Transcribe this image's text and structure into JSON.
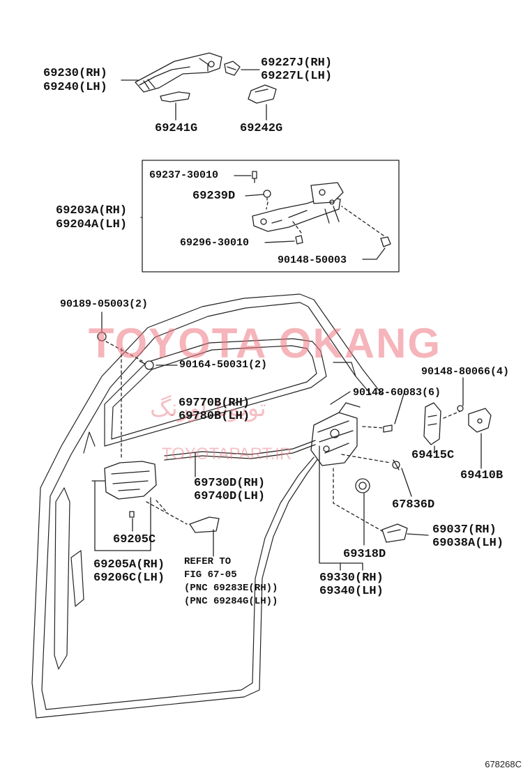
{
  "labels": {
    "p69230": "69230(RH)",
    "p69240": "69240(LH)",
    "p69227j": "69227J(RH)",
    "p69227l": "69227L(LH)",
    "p69241g": "69241G",
    "p69242g": "69242G",
    "p69237": "69237-30010",
    "p69239d": "69239D",
    "p69203a": "69203A(RH)",
    "p69204a": "69204A(LH)",
    "p69296": "69296-30010",
    "p90148_50003": "90148-50003",
    "p90189": "90189-05003(2)",
    "p90164": "90164-50031(2)",
    "p90148_80066": "90148-80066(4)",
    "p90148_60083": "90148-60083(6)",
    "p69770b": "69770B(RH)",
    "p69780b": "69780B(LH)",
    "p69415c": "69415C",
    "p69410b": "69410B",
    "p69730d": "69730D(RH)",
    "p69740d": "69740D(LH)",
    "p67836d": "67836D",
    "p69205c": "69205C",
    "p69037": "69037(RH)",
    "p69038a": "69038A(LH)",
    "p69318d": "69318D",
    "p69205a": "69205A(RH)",
    "p69206c": "69206C(LH)",
    "refer1": "REFER TO",
    "refer2": "FIG 67-05",
    "refer3": "(PNC 69283E(RH))",
    "refer4": "(PNC 69284G(LH))",
    "p69330": "69330(RH)",
    "p69340": "69340(LH)"
  },
  "watermark": {
    "main": "TOYOTA OKANG",
    "persian": "تویوتا اورنگ",
    "url": "TOYOTAPART.IR"
  },
  "figure_code": "678268C"
}
